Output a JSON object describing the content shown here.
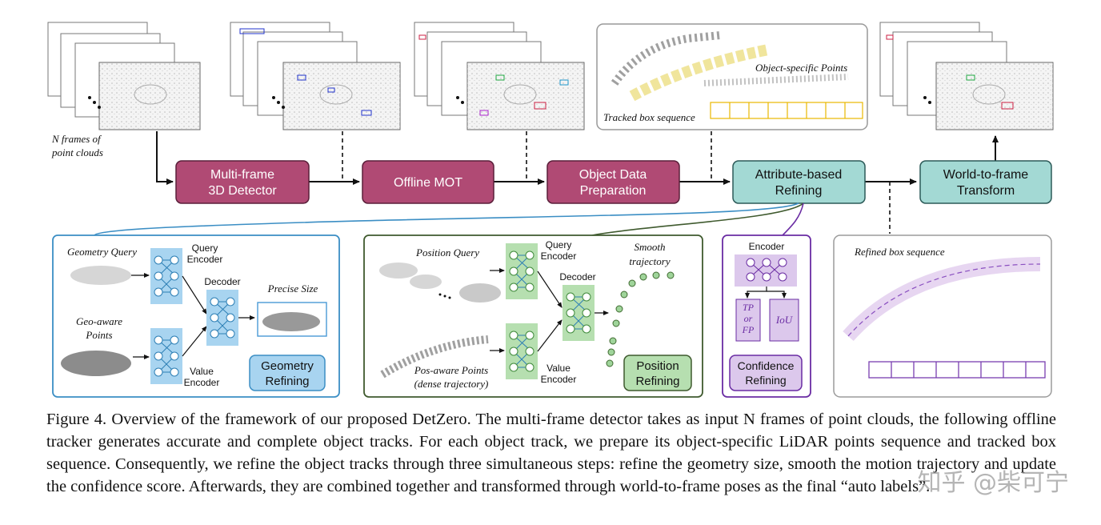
{
  "colors": {
    "stage_pink": "#b04a74",
    "stage_teal": "#a3d9d4",
    "geometry_blue": "#3b8ec4",
    "position_green": "#3f5a2e",
    "confidence_purple": "#6a2ca3",
    "refined_gray": "#9b9b9b"
  },
  "inputs": {
    "n_frames_label": "N frames of\npoint clouds"
  },
  "pipeline": {
    "stage1": "Multi-frame\n3D Detector",
    "stage2": "Offline MOT",
    "stage3": "Object Data\nPreparation",
    "stage4": "Attribute-based\nRefining",
    "stage5": "World-to-frame\nTransform"
  },
  "object_panel": {
    "object_points_label": "Object-specific Points",
    "tracked_box_label": "Tracked box sequence"
  },
  "geometry_panel": {
    "query_label": "Geometry Query",
    "query_encoder": "Query\nEncoder",
    "decoder": "Decoder",
    "points_label": "Geo-aware\nPoints",
    "value_encoder": "Value\nEncoder",
    "output_label": "Precise Size",
    "badge": "Geometry\nRefining"
  },
  "position_panel": {
    "query_label": "Position Query",
    "query_encoder": "Query\nEncoder",
    "decoder": "Decoder",
    "points_label": "Pos-aware Points\n(dense trajectory)",
    "value_encoder": "Value\nEncoder",
    "output_label": "Smooth\ntrajectory",
    "badge": "Position\nRefining"
  },
  "confidence_panel": {
    "encoder": "Encoder",
    "tp_label": "TP\nor\nFP",
    "iou_label": "IoU",
    "badge": "Confidence\nRefining"
  },
  "refined_panel": {
    "label": "Refined box sequence"
  },
  "caption": "Figure 4. Overview of the framework of our proposed DetZero. The multi-frame detector takes as input N frames of point clouds, the following offline tracker generates accurate and complete object tracks. For each object track, we prepare its object-specific LiDAR points sequence and tracked box sequence. Consequently, we refine the object tracks through three simultaneous steps: refine the geometry size, smooth the motion trajectory and update the confidence score. Afterwards, they are combined together and transformed through world-to-frame poses as the final “auto labels”.",
  "watermark": "知乎 @柴可宁"
}
